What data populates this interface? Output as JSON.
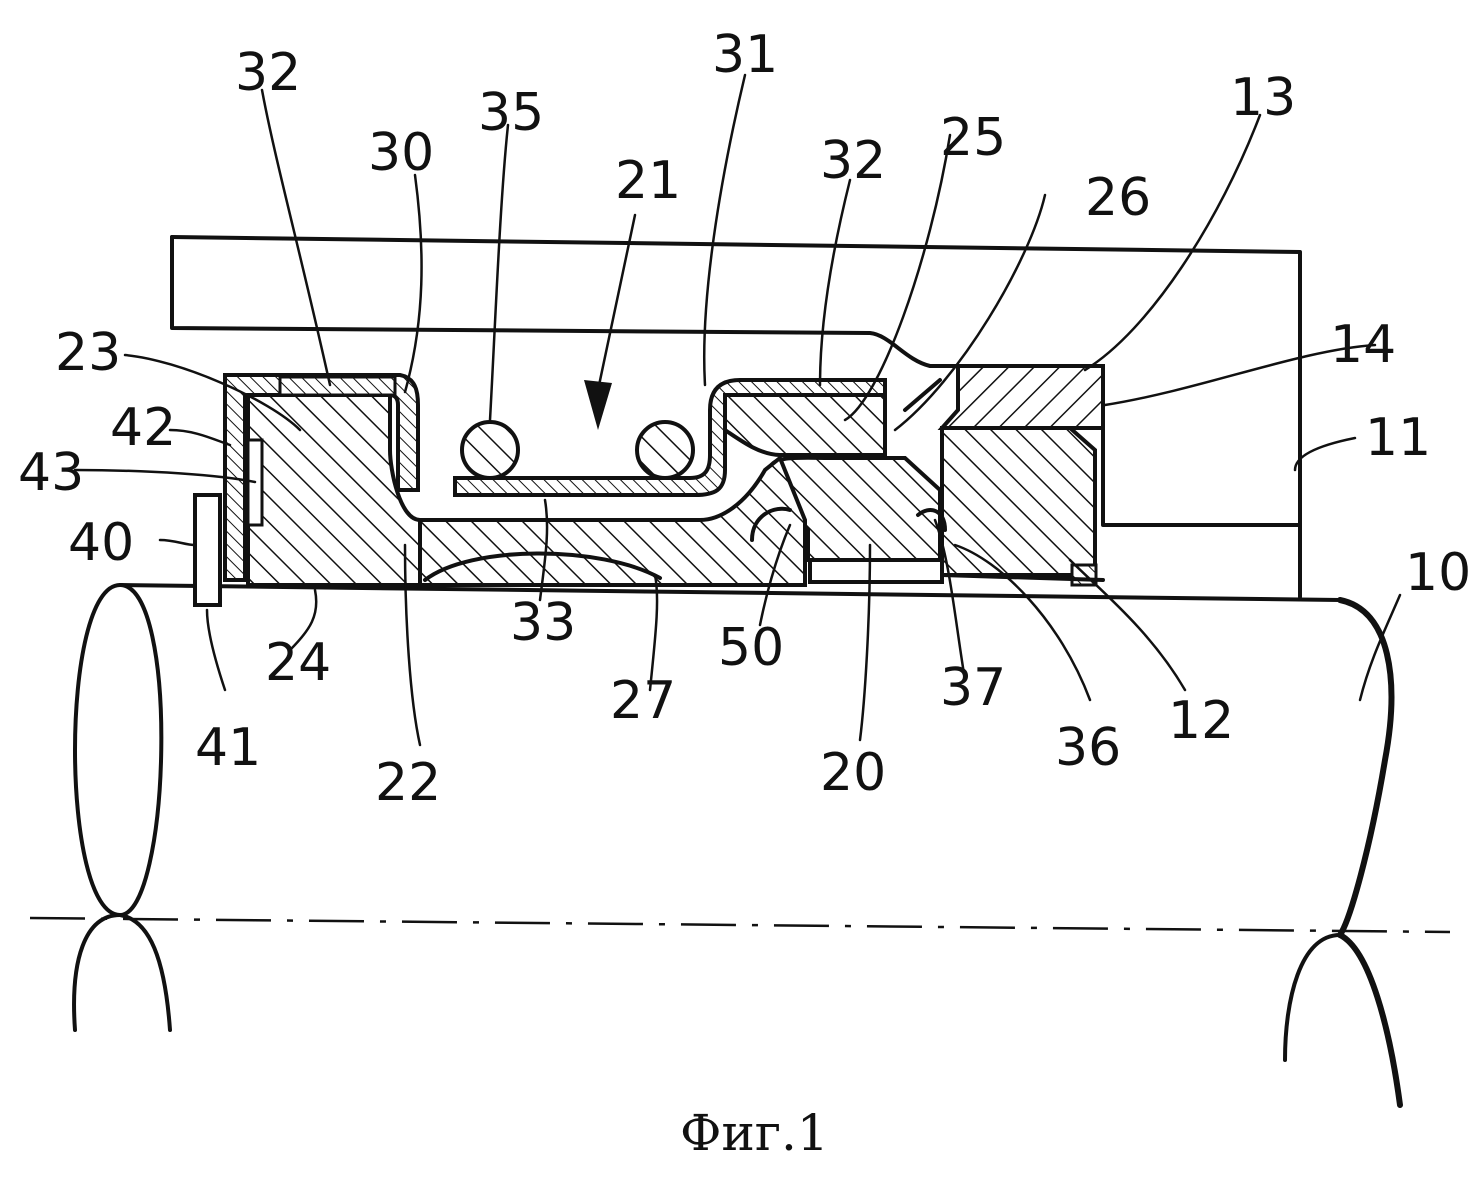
{
  "caption": "Фиг.1",
  "labels": {
    "l10": "10",
    "l11": "11",
    "l12": "12",
    "l13": "13",
    "l14": "14",
    "l20": "20",
    "l21": "21",
    "l22": "22",
    "l23": "23",
    "l24": "24",
    "l25": "25",
    "l26": "26",
    "l27": "27",
    "l30": "30",
    "l31": "31",
    "l32a": "32",
    "l32b": "32",
    "l33": "33",
    "l35": "35",
    "l36": "36",
    "l37": "37",
    "l40": "40",
    "l41": "41",
    "l42": "42",
    "l43": "43",
    "l50": "50"
  }
}
